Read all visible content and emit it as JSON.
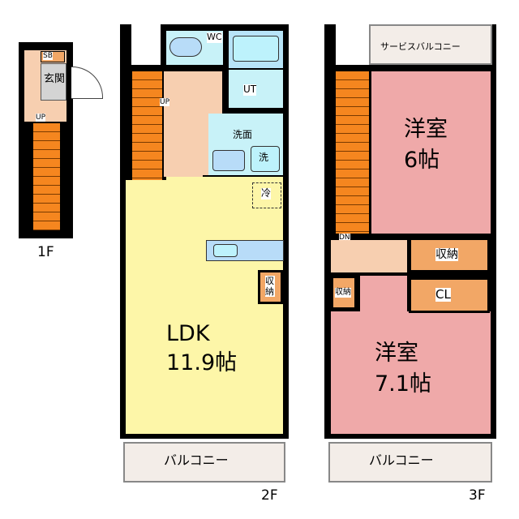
{
  "floor1": {
    "label": "1F",
    "sb": "SB",
    "entrance": "玄関",
    "up": "UP"
  },
  "floor2": {
    "label": "2F",
    "wc": "WC",
    "ut": "UT",
    "washroom": "洗面",
    "washer": "洗",
    "fridge": "冷",
    "up": "UP",
    "storage": "収納",
    "ldk": "LDK",
    "ldk_size": "11.9帖",
    "balcony": "バルコニー"
  },
  "floor3": {
    "label": "3F",
    "service_balcony": "サービスバルコニー",
    "room1": "洋室",
    "room1_size": "6帖",
    "storage1": "収納",
    "storage2": "収納",
    "closet": "CL",
    "dn": "DN",
    "room2": "洋室",
    "room2_size": "7.1帖",
    "balcony": "バルコニー"
  },
  "colors": {
    "stairs": "#f5861f",
    "hall": "#f7cfb0",
    "wet": "#c8f2f8",
    "ldk": "#fdf6a8",
    "bedroom": "#efa9a9",
    "storage": "#f2a766"
  }
}
